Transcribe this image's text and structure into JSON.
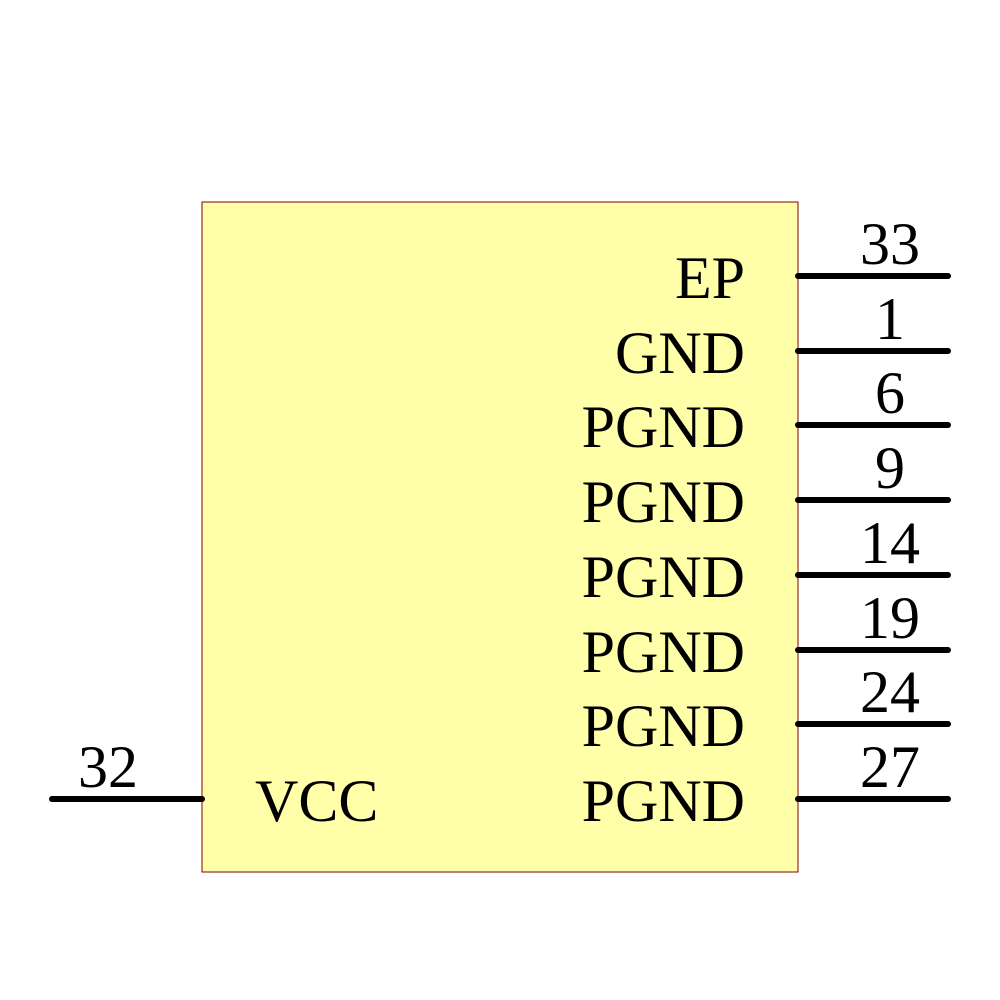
{
  "component": {
    "body_fill": "#ffffaa",
    "body_stroke": "#800000",
    "left_pins": [
      {
        "number": "32",
        "name": "VCC"
      }
    ],
    "right_pins": [
      {
        "number": "33",
        "name": "EP"
      },
      {
        "number": "1",
        "name": "GND"
      },
      {
        "number": "6",
        "name": "PGND"
      },
      {
        "number": "9",
        "name": "PGND"
      },
      {
        "number": "14",
        "name": "PGND"
      },
      {
        "number": "19",
        "name": "PGND"
      },
      {
        "number": "24",
        "name": "PGND"
      },
      {
        "number": "27",
        "name": "PGND"
      }
    ]
  }
}
